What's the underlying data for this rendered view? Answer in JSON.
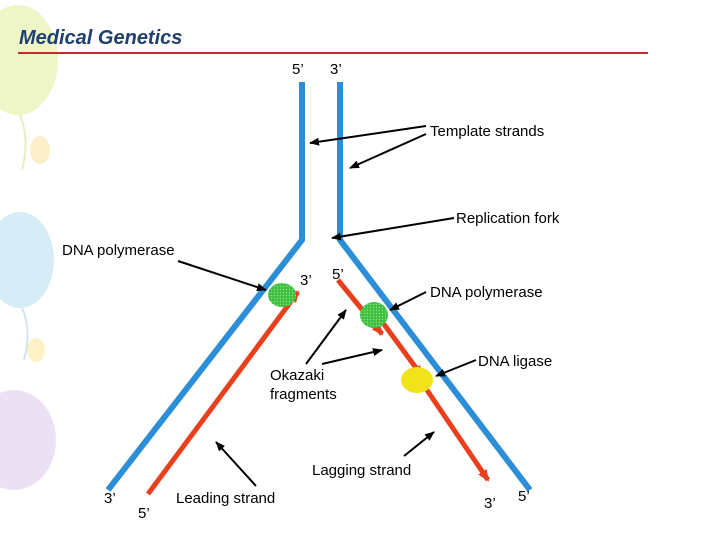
{
  "slide": {
    "title": "Medical Genetics"
  },
  "diagram": {
    "labels": {
      "template_strands": "Template strands",
      "replication_fork": "Replication fork",
      "dna_polymerase_left": "DNA polymerase",
      "dna_polymerase_right": "DNA polymerase",
      "dna_ligase": "DNA ligase",
      "okazaki_line1": "Okazaki",
      "okazaki_line2": "fragments",
      "lagging_strand": "Lagging strand",
      "leading_strand": "Leading strand"
    },
    "strand_ends": {
      "top_left": "5’",
      "top_right": "3’",
      "fork_left": "3’",
      "fork_right": "5’",
      "bottom_left_outer": "3’",
      "bottom_left_inner": "5’",
      "bottom_right_inner": "3’",
      "bottom_right_outer": "5’"
    },
    "colors": {
      "template": "#2b8ed6",
      "new_strand": "#e8401c",
      "polymerase": "#3fbf3f",
      "ligase": "#f2e21a",
      "title": "#1f3f6f",
      "rule": "#cc2a2a"
    }
  }
}
